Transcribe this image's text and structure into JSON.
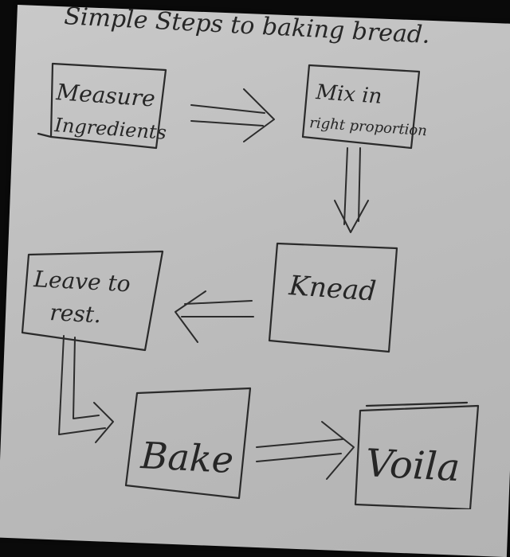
{
  "title": "Simple Steps to baking bread.",
  "steps": [
    {
      "line1": "Measure",
      "line2": "Ingredients"
    },
    {
      "line1": "Mix in",
      "line2": "right proportion"
    },
    {
      "line1": "Knead",
      "line2": ""
    },
    {
      "line1": "Leave to",
      "line2": "rest."
    },
    {
      "line1": "Bake",
      "line2": ""
    },
    {
      "line1": "Voila",
      "line2": ""
    }
  ]
}
